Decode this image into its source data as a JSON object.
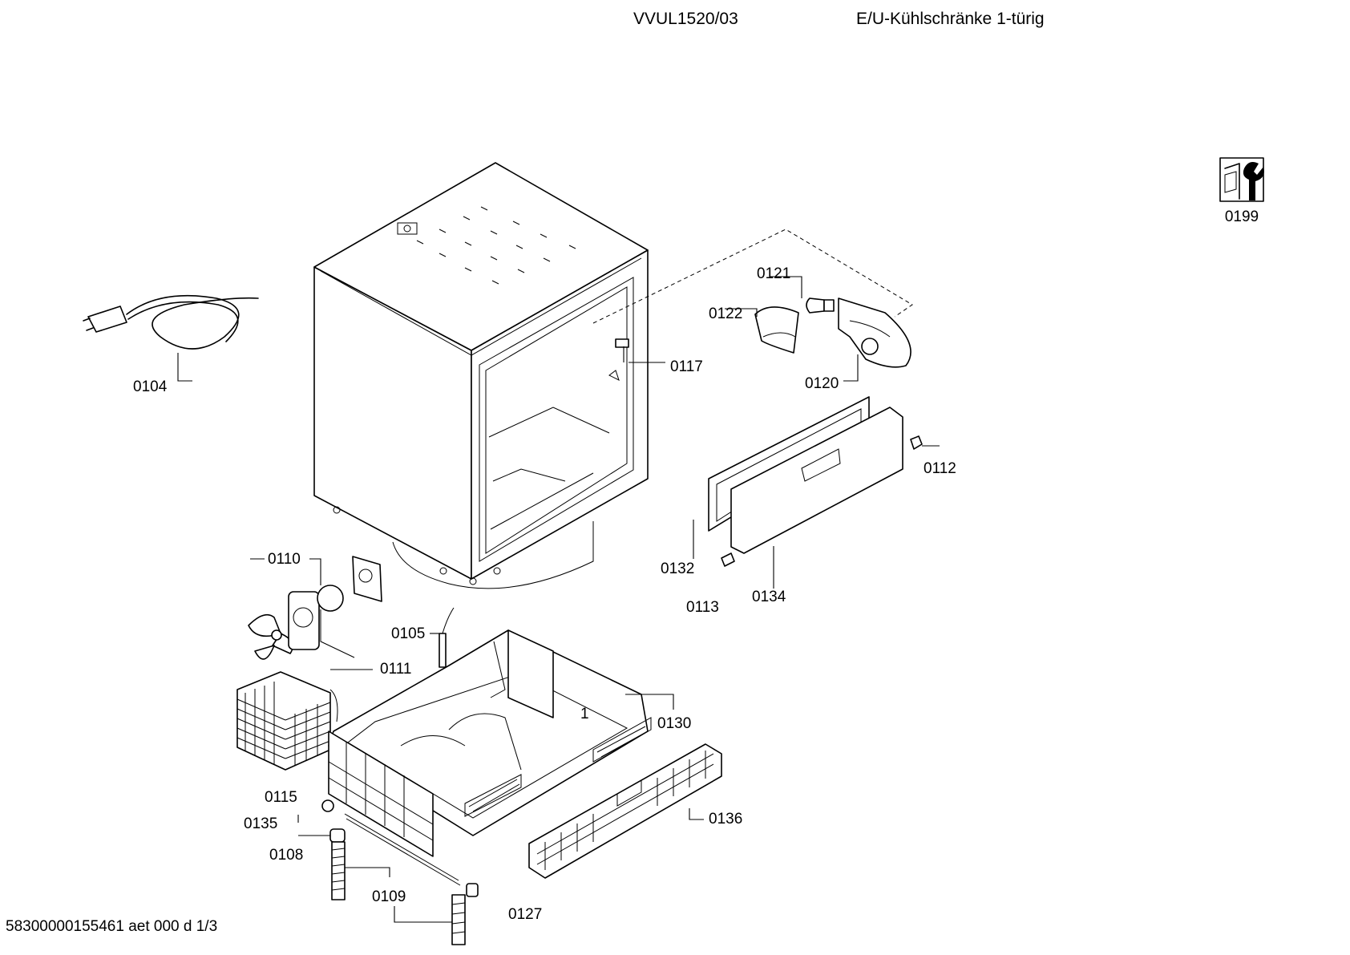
{
  "header": {
    "model": "VVUL1520/03",
    "description": "E/U-Kühlschränke 1-türig"
  },
  "footer": {
    "doc_code": "58300000155461 aet 000 d 1/3"
  },
  "parts": {
    "p0104": "0104",
    "p0105": "0105",
    "p0108": "0108",
    "p0109": "0109",
    "p0110": "0110",
    "p0111": "0111",
    "p0112": "0112",
    "p0113": "0113",
    "p0115": "0115",
    "p0117": "0117",
    "p0120": "0120",
    "p0121": "0121",
    "p0122": "0122",
    "p0127": "0127",
    "p0130": "0130",
    "p0132": "0132",
    "p0134": "0134",
    "p0135": "0135",
    "p0136": "0136",
    "p0199": "0199"
  },
  "annotations": {
    "tray_marker": "1"
  },
  "icons": {
    "service_manual": "wrench-manual-icon"
  }
}
